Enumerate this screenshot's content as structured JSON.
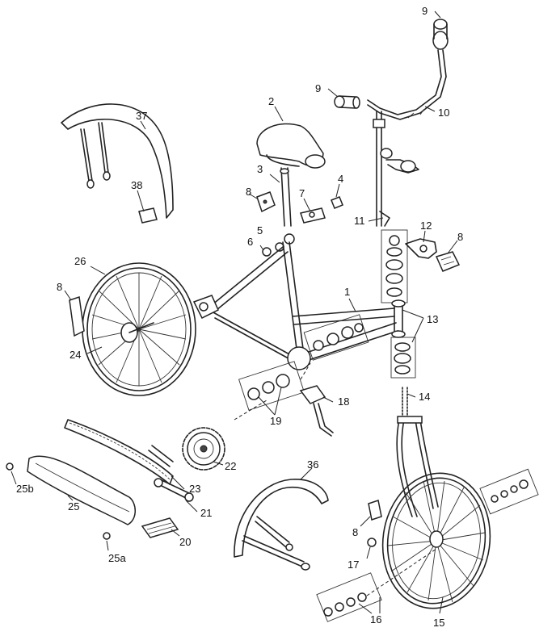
{
  "callouts": [
    {
      "id": "c9a",
      "text": "9"
    },
    {
      "id": "c9b",
      "text": "9"
    },
    {
      "id": "c10",
      "text": "10"
    },
    {
      "id": "c2",
      "text": "2"
    },
    {
      "id": "c37",
      "text": "37"
    },
    {
      "id": "c3",
      "text": "3"
    },
    {
      "id": "c4",
      "text": "4"
    },
    {
      "id": "c6",
      "text": "6"
    },
    {
      "id": "c7",
      "text": "7"
    },
    {
      "id": "c38",
      "text": "38"
    },
    {
      "id": "c8a",
      "text": "8"
    },
    {
      "id": "c5",
      "text": "5"
    },
    {
      "id": "c6b",
      "text": "6"
    },
    {
      "id": "c11",
      "text": "11"
    },
    {
      "id": "c12",
      "text": "12"
    },
    {
      "id": "c8b",
      "text": "8"
    },
    {
      "id": "c26",
      "text": "26"
    },
    {
      "id": "c8c",
      "text": "8"
    },
    {
      "id": "c1",
      "text": "1"
    },
    {
      "id": "c13",
      "text": "13"
    },
    {
      "id": "c24",
      "text": "24"
    },
    {
      "id": "c14",
      "text": "14"
    },
    {
      "id": "c18",
      "text": "18"
    },
    {
      "id": "c19",
      "text": "19"
    },
    {
      "id": "c22",
      "text": "22"
    },
    {
      "id": "c36",
      "text": "36"
    },
    {
      "id": "c25b",
      "text": "25b"
    },
    {
      "id": "c23",
      "text": "23"
    },
    {
      "id": "c25",
      "text": "25"
    },
    {
      "id": "c21",
      "text": "21"
    },
    {
      "id": "c20",
      "text": "20"
    },
    {
      "id": "c25a",
      "text": "25a"
    },
    {
      "id": "c8d",
      "text": "8"
    },
    {
      "id": "c17",
      "text": "17"
    },
    {
      "id": "c16",
      "text": "16"
    },
    {
      "id": "c15",
      "text": "15"
    }
  ]
}
